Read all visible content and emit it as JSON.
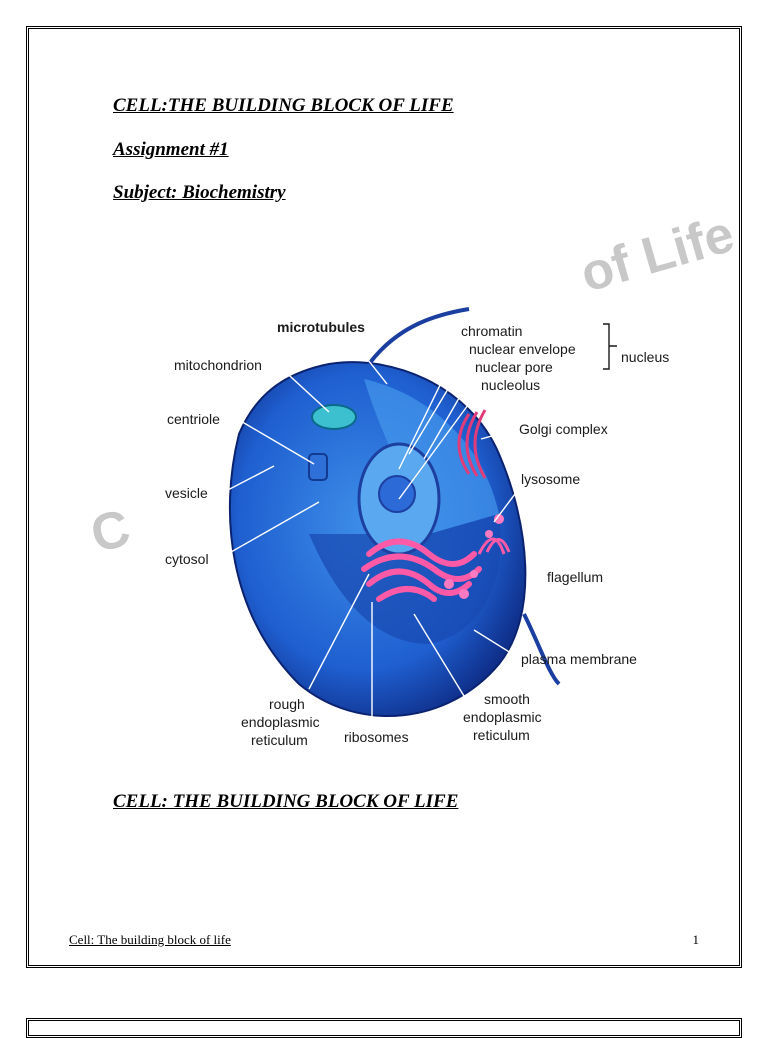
{
  "document": {
    "title": "CELL:THE BUILDING BLOCK OF LIFE",
    "assignment": "Assignment #1",
    "subject": "Subject: Biochemistry",
    "section_heading": "CELL: THE BUILDING BLOCK OF LIFE",
    "footer": "Cell: The building block of life",
    "page_number": "1"
  },
  "watermark": {
    "right_fragment": "of Life",
    "left_fragment": "C"
  },
  "diagram": {
    "labels": {
      "microtubules": "microtubules",
      "mitochondrion": "mitochondrion",
      "centriole": "centriole",
      "vesicle": "vesicle",
      "cytosol": "cytosol",
      "chromatin": "chromatin",
      "nuclear_envelope": "nuclear envelope",
      "nuclear_pore": "nuclear pore",
      "nucleolus": "nucleolus",
      "nucleus": "nucleus",
      "golgi_complex": "Golgi complex",
      "lysosome": "lysosome",
      "flagellum": "flagellum",
      "plasma_membrane": "plasma membrane",
      "rough_er_1": "rough",
      "rough_er_2": "endoplasmic",
      "rough_er_3": "reticulum",
      "ribosomes": "ribosomes",
      "smooth_er_1": "smooth",
      "smooth_er_2": "endoplasmic",
      "smooth_er_3": "reticulum"
    }
  }
}
